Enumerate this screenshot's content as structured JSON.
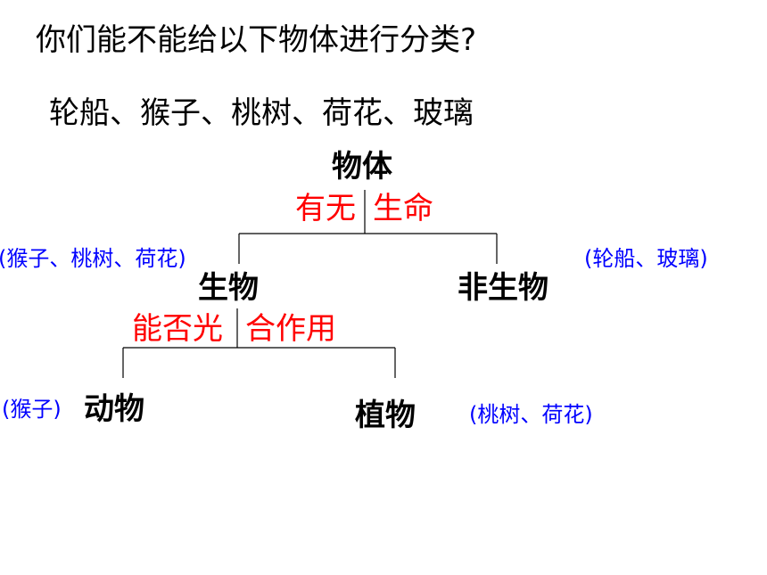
{
  "question": "你们能不能给以下物体进行分类?",
  "items_line": "轮船、猴子、桃树、荷花、玻璃",
  "tree": {
    "root": "物体",
    "criterion_1": {
      "left": "有无",
      "right": "生命"
    },
    "level1": {
      "left": {
        "label": "生物",
        "note": "(猴子、桃树、荷花)"
      },
      "right": {
        "label": "非生物",
        "note": "(轮船、玻璃)"
      }
    },
    "criterion_2": {
      "left": "能否光",
      "right": "合作用"
    },
    "level2": {
      "left": {
        "label": "动物",
        "note": "(猴子)"
      },
      "right": {
        "label": "植物",
        "note": "(桃树、荷花)"
      }
    }
  },
  "colors": {
    "text": "#000000",
    "criterion": "#ff0000",
    "note": "#0000ff",
    "line": "#000000"
  }
}
